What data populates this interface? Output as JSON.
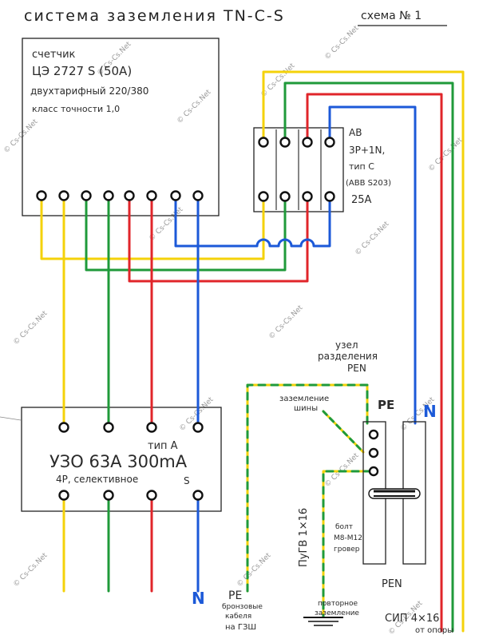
{
  "header": {
    "title": "система заземления TN-C-S",
    "scheme": "схема № 1"
  },
  "meter": {
    "line1": "счетчик",
    "line2": "ЦЭ 2727 S (50A)",
    "line3": "двухтарифный 220/380",
    "line4": "класс точности 1,0"
  },
  "breaker": {
    "line1": "АВ",
    "line2": "3P+1N,",
    "line3": "тип C",
    "line4": "(ABB S203)",
    "line5": "25A"
  },
  "rcd": {
    "type": "тип A",
    "main": "УЗО 63A 300mA",
    "sub": "4P, селективное",
    "s_mark": "S"
  },
  "node": {
    "title1": "узел",
    "title2": "разделения",
    "title3": "PEN",
    "pe_label": "PE",
    "n_label": "N",
    "pen_label": "PEN",
    "bus_label1": "заземление",
    "bus_label2": "шины",
    "bolt1": "болт",
    "bolt2": "M8-M12",
    "bolt3": "гровер"
  },
  "bottom": {
    "pe1": "PE",
    "pe2": "бронзовые",
    "pe3": "кабеля",
    "pe4": "на ГЗШ",
    "n": "N",
    "wire": "ПуГВ 1×16",
    "repeat1": "повторное",
    "repeat2": "заземление",
    "sip1": "СИП 4×16",
    "sip2": "от опоры"
  },
  "watermark": "© Cs-Cs.Net",
  "colors": {
    "yellow": "#f4d20a",
    "green": "#1f9a3a",
    "red": "#e0252a",
    "blue": "#1c59d8"
  }
}
